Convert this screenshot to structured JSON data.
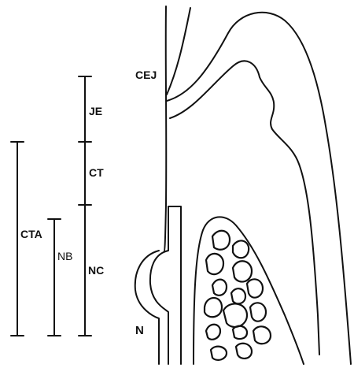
{
  "labels": {
    "cej": "CEJ",
    "je": "JE",
    "ct": "CT",
    "cta": "CTA",
    "nb": "NB",
    "nc": "NC",
    "n": "N"
  }
}
